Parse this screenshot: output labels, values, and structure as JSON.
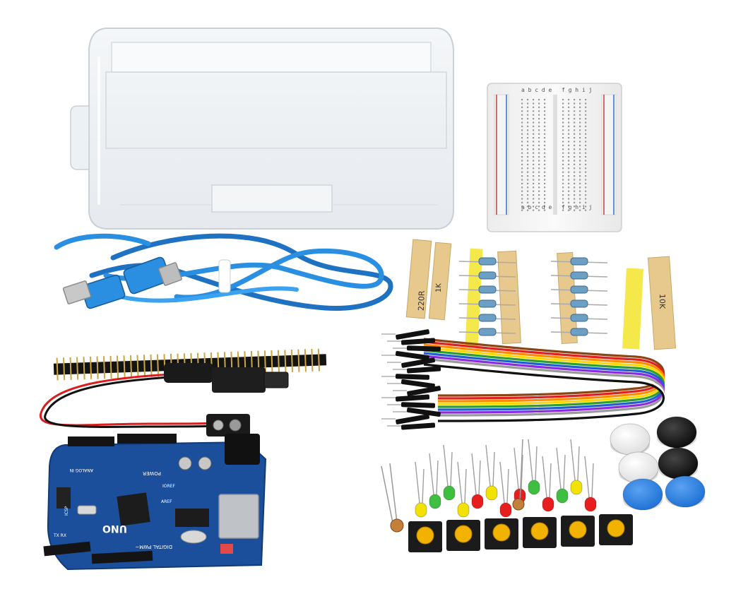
{
  "breadboard": {
    "letters_left": "a b c d e",
    "letters_right": "f g h i j"
  },
  "board": {
    "label_uno": "UNO",
    "label_digital": "DIGITAL PWM~",
    "label_power": "POWER",
    "label_analog": "ANALOG IN",
    "label_icsp": "ICSP",
    "label_ioref": "IOREF",
    "label_tx_rx": "TX RX",
    "label_aref": "AREF"
  },
  "resistors": {
    "strip_1_label": "220R",
    "strip_2_label": "1K",
    "strip_3_label": "10K"
  },
  "colors": {
    "board_blue": "#1b4f9c",
    "cable_blue": "#2a8fe0",
    "led_red": "#e81e1e",
    "led_green": "#3fbf3f",
    "led_yellow": "#f2e200",
    "button_yellow": "#f2b200",
    "cap_blue": "#1c6fd4",
    "cap_black": "#111111",
    "cap_white": "#f4f4f4"
  },
  "leds": [
    {
      "color": "yellow"
    },
    {
      "color": "green"
    },
    {
      "color": "green"
    },
    {
      "color": "yellow"
    },
    {
      "color": "red"
    },
    {
      "color": "yellow"
    },
    {
      "color": "red"
    },
    {
      "color": "red"
    },
    {
      "color": "green"
    },
    {
      "color": "red"
    },
    {
      "color": "green"
    },
    {
      "color": "yellow"
    },
    {
      "color": "red"
    }
  ],
  "tactile_buttons": [
    {
      "cap": "yellow"
    },
    {
      "cap": "yellow"
    },
    {
      "cap": "yellow"
    },
    {
      "cap": "yellow"
    },
    {
      "cap": "yellow"
    },
    {
      "cap": "yellow"
    }
  ],
  "button_caps": [
    {
      "color": "white"
    },
    {
      "color": "black"
    },
    {
      "color": "white"
    },
    {
      "color": "black"
    },
    {
      "color": "blue"
    },
    {
      "color": "blue"
    }
  ],
  "jumper_wire_colors": [
    "#8b4513",
    "#e02020",
    "#ff8c00",
    "#ffd700",
    "#2e9e2e",
    "#1f5fd0",
    "#8a2be2",
    "#9a9a9a",
    "#ffffff",
    "#111111"
  ]
}
